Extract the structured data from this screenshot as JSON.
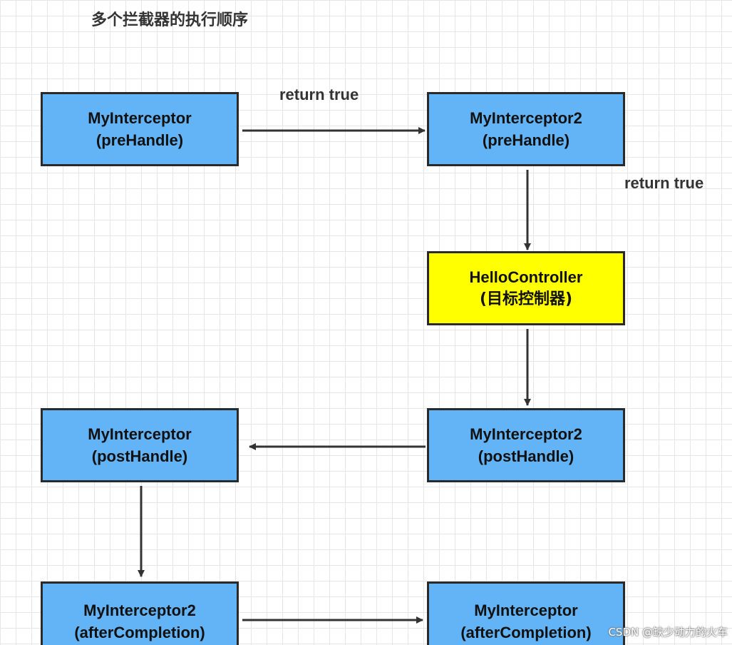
{
  "title": "多个拦截器的执行顺序",
  "colors": {
    "interceptor": "#63b4f6",
    "controller": "#ffff00",
    "border": "#2a2a2a",
    "arrow": "#333333"
  },
  "nodes": {
    "n1": {
      "line1": "MyInterceptor",
      "line2": "(preHandle)"
    },
    "n2": {
      "line1": "MyInterceptor2",
      "line2": "(preHandle)"
    },
    "n3": {
      "line1": "HelloController",
      "line2": "(目标控制器)"
    },
    "n4": {
      "line1": "MyInterceptor2",
      "line2": "(postHandle)"
    },
    "n5": {
      "line1": "MyInterceptor",
      "line2": "(postHandle)"
    },
    "n6": {
      "line1": "MyInterceptor2",
      "line2": "(afterCompletion)"
    },
    "n7": {
      "line1": "MyInterceptor",
      "line2": "(afterCompletion)"
    }
  },
  "edge_labels": {
    "e1": "return true",
    "e2": "return true"
  },
  "watermark": "CSDN @缺少动力的火车"
}
